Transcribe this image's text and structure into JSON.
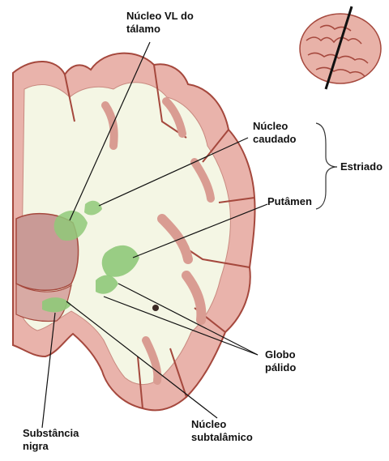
{
  "labels": {
    "vl_thalamus": [
      "Núcleo VL do",
      "tálamo"
    ],
    "caudate": [
      "Núcleo",
      "caudado"
    ],
    "striatum": "Estriado",
    "putamen": "Putâmen",
    "globus_pallidus": [
      "Globo",
      "pálido"
    ],
    "subthalamic": [
      "Núcleo",
      "subtalâmico"
    ],
    "substantia_nigra": [
      "Substância",
      "nigra"
    ]
  },
  "colors": {
    "cortex": "#e9b3ab",
    "cortex_edge": "#a5483d",
    "white_matter": "#f4f6e4",
    "nucleus_green": "#8fc979",
    "thalamus": "#c99a96",
    "leader": "#111111"
  }
}
